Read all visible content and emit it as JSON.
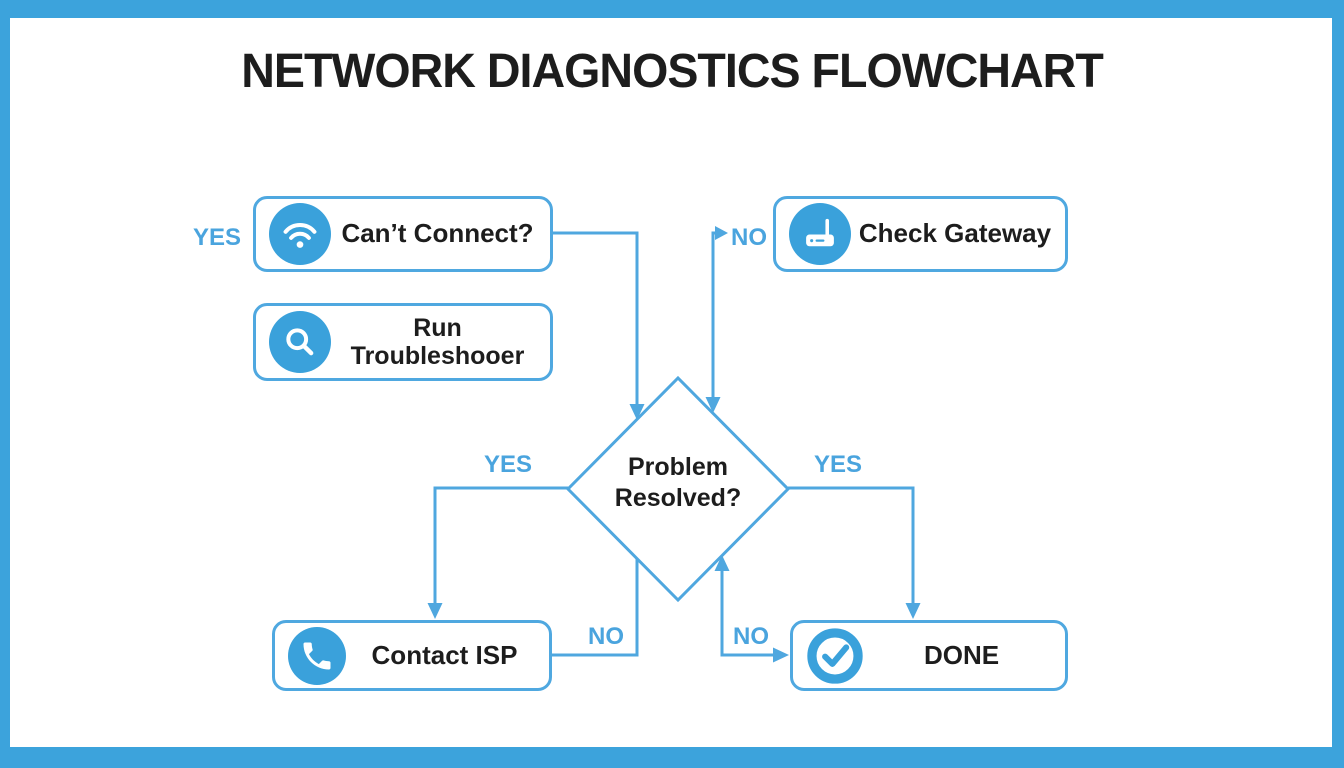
{
  "title": "NETWORK DIAGNOSTICS FLOWCHART",
  "colors": {
    "frame": "#3CA3DC",
    "line": "#4FA7DF",
    "node_border": "#4FA8E0",
    "icon_fill": "#3AA1DB",
    "edge_label": "#4AA4DE",
    "text": "#1D1D1D"
  },
  "nodes": {
    "cant_connect": {
      "label": "Can’t Connect?",
      "icon": "wifi-icon"
    },
    "run_troubleshooter": {
      "line1": "Run",
      "line2": "Troubleshooer",
      "icon": "search-icon"
    },
    "check_gateway": {
      "label": "Check Gateway",
      "icon": "router-icon"
    },
    "decision": {
      "line1": "Problem",
      "line2": "Resolved?"
    },
    "contact_isp": {
      "label": "Contact ISP",
      "icon": "phone-icon"
    },
    "done": {
      "label": "DONE",
      "icon": "check-icon"
    }
  },
  "edge_labels": {
    "yes_cant_connect": "YES",
    "no_to_check_gateway": "NO",
    "yes_to_contact_isp": "YES",
    "yes_to_done": "YES",
    "no_to_contact_isp": "NO",
    "no_to_done": "NO"
  }
}
